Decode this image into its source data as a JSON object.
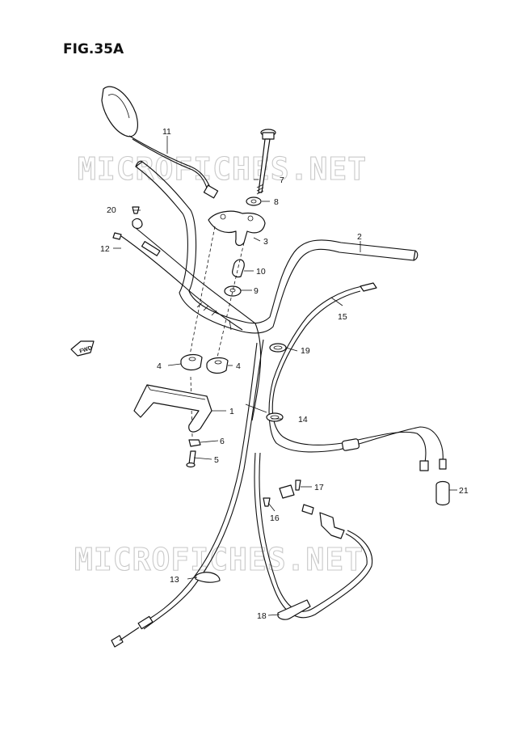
{
  "title": "FIG.35A",
  "watermark": "MICROFICHES.NET",
  "fwd_label": "FWD",
  "parts": [
    {
      "num": "1"
    },
    {
      "num": "2"
    },
    {
      "num": "3"
    },
    {
      "num": "4"
    },
    {
      "num": "4"
    },
    {
      "num": "5"
    },
    {
      "num": "6"
    },
    {
      "num": "7"
    },
    {
      "num": "8"
    },
    {
      "num": "9"
    },
    {
      "num": "10"
    },
    {
      "num": "11"
    },
    {
      "num": "12"
    },
    {
      "num": "13"
    },
    {
      "num": "14"
    },
    {
      "num": "15"
    },
    {
      "num": "16"
    },
    {
      "num": "17"
    },
    {
      "num": "18"
    },
    {
      "num": "19"
    },
    {
      "num": "20"
    },
    {
      "num": "21"
    }
  ]
}
